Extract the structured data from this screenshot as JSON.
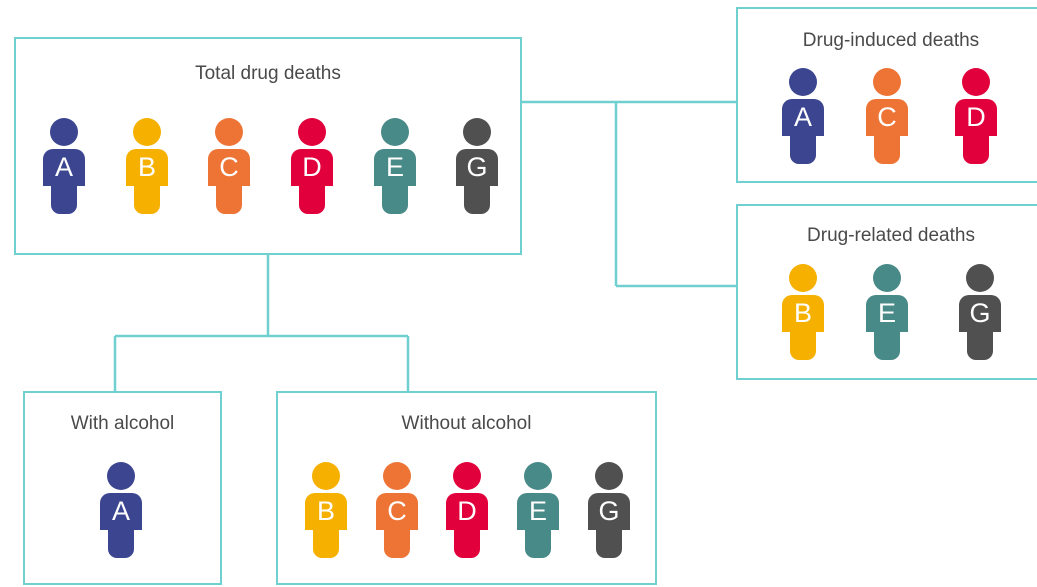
{
  "colors": {
    "connector": "#6fd0cf",
    "A": "#3b4590",
    "B": "#f6b000",
    "C": "#ee7436",
    "D": "#e1003c",
    "E": "#488a88",
    "G": "#505050"
  },
  "boxes": {
    "total": {
      "title": "Total drug deaths",
      "people": [
        "A",
        "B",
        "C",
        "D",
        "E",
        "G"
      ]
    },
    "induced": {
      "title": "Drug-induced deaths",
      "people": [
        "A",
        "C",
        "D"
      ]
    },
    "related": {
      "title": "Drug-related deaths",
      "people": [
        "B",
        "E",
        "G"
      ]
    },
    "with_alcohol": {
      "title": "With alcohol",
      "people": [
        "A"
      ]
    },
    "without_alcohol": {
      "title": "Without alcohol",
      "people": [
        "B",
        "C",
        "D",
        "E",
        "G"
      ]
    }
  }
}
